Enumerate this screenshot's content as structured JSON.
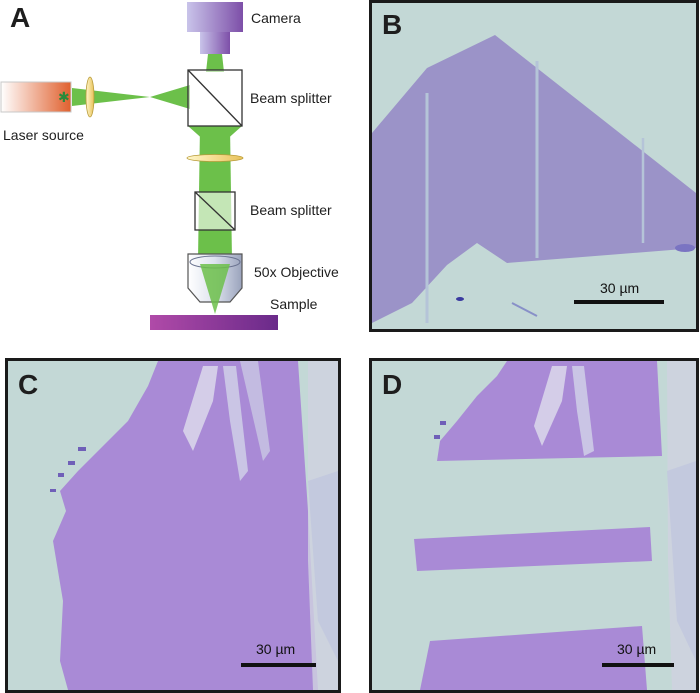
{
  "panels": {
    "a": {
      "label": "A",
      "camera": "Camera",
      "beam_splitter_top": "Beam splitter",
      "laser_source": "Laser source",
      "beam_splitter_bottom": "Beam splitter",
      "objective": "50x Objective",
      "sample": "Sample"
    },
    "b": {
      "label": "B",
      "scalebar": "30 µm"
    },
    "c": {
      "label": "C",
      "scalebar": "30 µm"
    },
    "d": {
      "label": "D",
      "scalebar": "30 µm"
    }
  },
  "colors": {
    "beam_green": "#6cc04a",
    "camera_purple": "#9a7cc8",
    "laser_orange": "#e06a3a",
    "lens_yellow": "#f2d77a",
    "sample_purple": "#8a3c9a",
    "substrate_light": "#c3d8d6",
    "flake_lavender": "#9b93c8",
    "flake_purple": "#a98ad6"
  },
  "icons": [
    "camera-icon",
    "beam-splitter-icon",
    "laser-source-icon",
    "lens-icon",
    "objective-icon",
    "sample-stage-icon"
  ]
}
